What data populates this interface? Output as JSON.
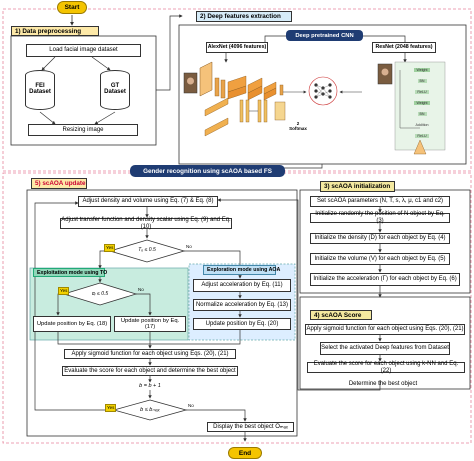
{
  "terminals": {
    "start": "Start",
    "end": "End"
  },
  "sections": {
    "data_preprocessing": "1) Data preprocessing",
    "deep_features": "2) Deep features extraction",
    "cnn_title": "Deep pretrained CNN",
    "gender_title": "Gender recognition using scAOA based FS",
    "update": "5) scAOA update",
    "init": "3) scAOA initialization",
    "score": "4) scAOA Score",
    "exploitation": "Exploitation mode using TO",
    "exploration": "Exploration mode using AOA"
  },
  "preprocessing": {
    "load": "Load facial image dataset",
    "fei": "FEI\nDataset",
    "gt": "GT\nDataset",
    "resize": "Resizing image"
  },
  "cnn": {
    "alexnet": "AlexNet (4096 features)",
    "resnet": "ResNet (2048 features)",
    "softmax": "2\nSoftmax",
    "arch_labels": [
      "Weight",
      "BN",
      "ReLU",
      "Weight",
      "BN",
      "Addition",
      "ReLU"
    ]
  },
  "update_steps": {
    "density": "Adjust density and volume using Eq. (7) & Eq. (8)",
    "transfer": "Adjust transfer function and density scalar using Eq. (9) and Eq. (10)",
    "cond_tf": "Tₒ ≤ 0.5",
    "cond_r": "αᵣ ≤ 0.5",
    "upd18": "Update position by Eq. (18)",
    "upd17": "Update position by Eq. (17)",
    "accel": "Adjust acceleration by Eq. (11)",
    "norm": "Normalize acceleration by Eq. (13)",
    "upd20": "Update position by Eq. (20)",
    "sigmoid": "Apply sigmoid function for each object using Eqs. (20), (21)",
    "evaluate": "Evaluate the score for each object and determine the best object",
    "incr": "b = b + 1",
    "cond_b": "b ≤ bₘₐₓ",
    "display": "Display the best object Oₘₐₓ"
  },
  "init_steps": [
    "Set scAOA parameters (N, T, s, λ, μ, c1 and c2)",
    "Initialize randomly the position of N object by Eq. (3)",
    "Initialize the density (D) for each object by Eq. (4)",
    "Initialize the volume (V) for each object by Eq. (5)",
    "Initialize the acceleration (Γ) for each object by Eq. (6)"
  ],
  "score_steps": [
    "Apply sigmoid function for each object using Eqs. (20), (21)",
    "Select the activated Deep features from Dataset",
    "Evaluate the score for each object using k-NN and Eq. (22)",
    "Determine the best object"
  ],
  "flags": {
    "yes": "Yes",
    "no": "No"
  },
  "colors": {
    "terminal": "#f4c400",
    "section_header": "#fde9a8",
    "cnn_header": "#1f3c73",
    "exploitation_bg": "#c8ecdf",
    "exploration_bg": "#ddeeff",
    "exploration_header": "#bfe0f5"
  }
}
